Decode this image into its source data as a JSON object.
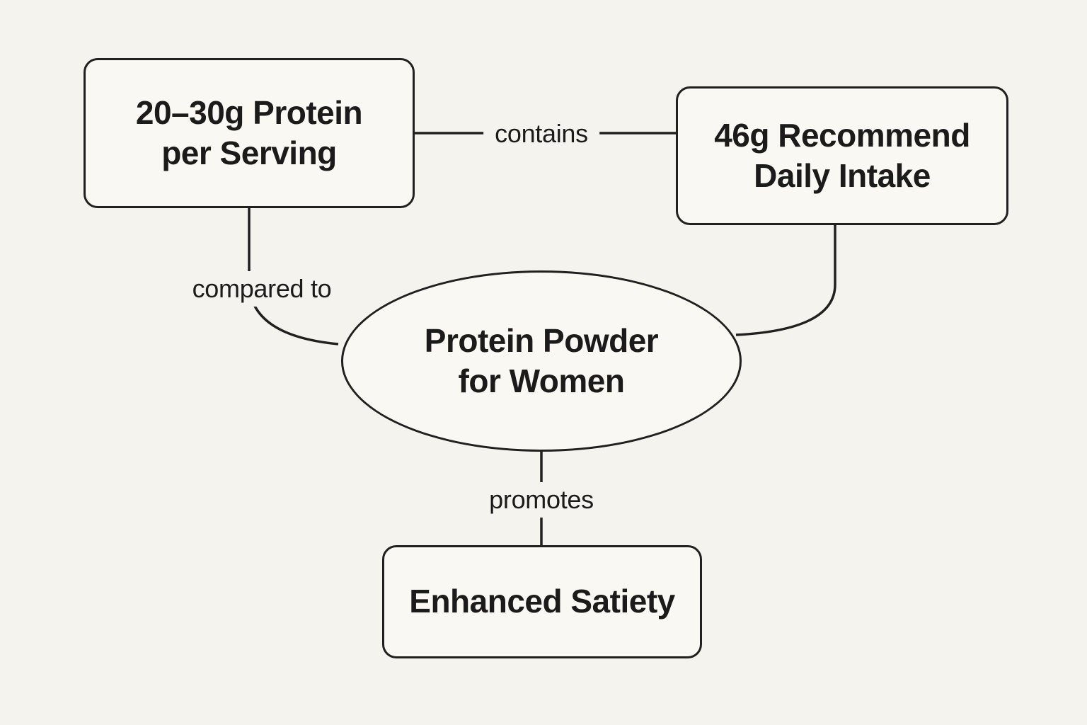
{
  "title": "Protein Powder for Women concept map",
  "colors": {
    "bg": "#f5f3ee",
    "node-bg": "#f9f8f3",
    "stroke": "#202020",
    "text": "#1b1b1b"
  },
  "nodes": {
    "protein_per_serving": {
      "label": "20–30g Protein\nper Serving",
      "shape": "rounded-rectangle"
    },
    "daily_intake": {
      "label": "46g Recommend\nDaily Intake",
      "shape": "rounded-rectangle"
    },
    "protein_powder": {
      "label": "Protein Powder\nfor Women",
      "shape": "ellipse"
    },
    "enhanced_satiety": {
      "label": "Enhanced Satiety",
      "shape": "rounded-rectangle"
    }
  },
  "edges": {
    "contains": {
      "label": "contains",
      "from": "protein_per_serving",
      "to": "daily_intake"
    },
    "compared_to": {
      "label": "compared to",
      "from": "protein_per_serving",
      "to": "protein_powder"
    },
    "intake_link": {
      "label": "",
      "from": "daily_intake",
      "to": "protein_powder"
    },
    "promotes": {
      "label": "promotes",
      "from": "protein_powder",
      "to": "enhanced_satiety"
    }
  }
}
